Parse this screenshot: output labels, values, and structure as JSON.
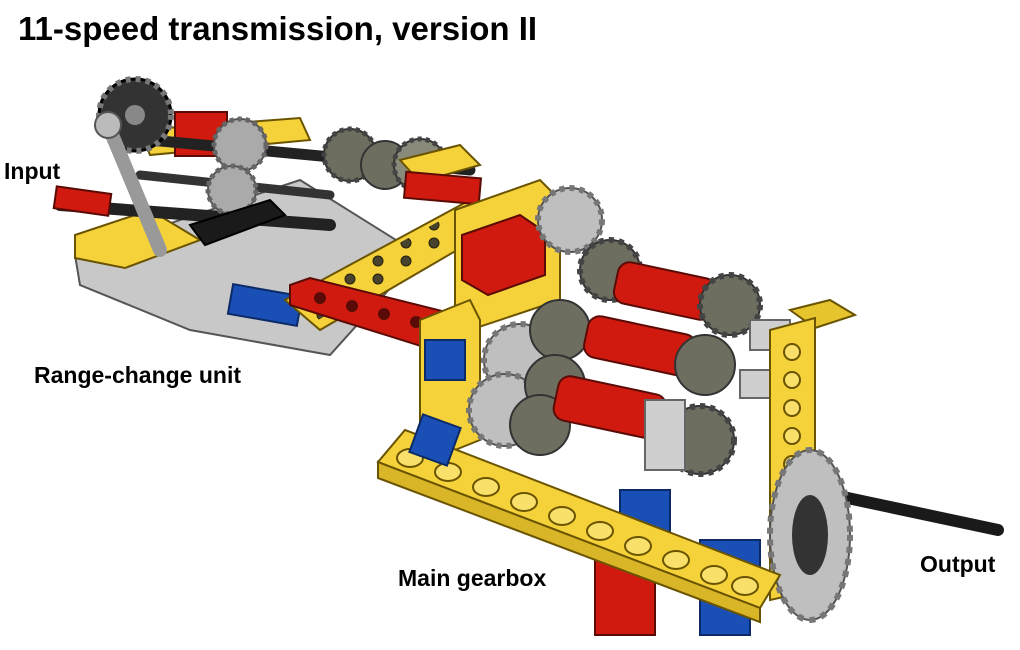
{
  "title": "11-speed transmission, version II",
  "labels": {
    "input": "Input",
    "range_change_unit": "Range-change unit",
    "main_gearbox": "Main gearbox",
    "output": "Output"
  },
  "colors": {
    "yellow": "#f5d23a",
    "red": "#d11a0f",
    "blue": "#1a4fb5",
    "light_gray": "#bfbfbf",
    "dark_gray": "#6e6e60",
    "black": "#1a1a1a"
  }
}
